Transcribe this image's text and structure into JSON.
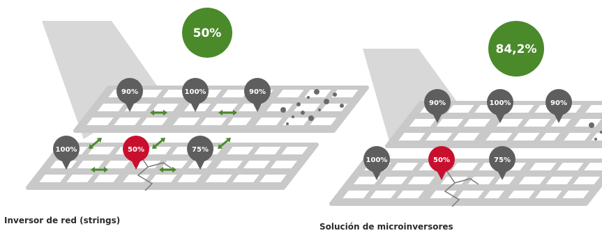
{
  "colors": {
    "panel": "#c9c9c9",
    "cell": "#ffffff",
    "marker_grey": "#5e5e5e",
    "marker_red": "#c8102e",
    "arrow_green": "#4a8a2a",
    "efficiency_green": "#4a8a2a",
    "shadow": "#b8b8b8",
    "dirt": "#6a6a6a",
    "text": "#2b2b2b"
  },
  "left_diagram": {
    "efficiency": "50%",
    "caption": "Inversor de red (strings)",
    "panel_labels": [
      "90%",
      "100%",
      "90%",
      "100%",
      "50%",
      "75%"
    ],
    "highlighted_panel": "50%",
    "connection_icon": "double-arrow-icon"
  },
  "right_diagram": {
    "efficiency": "84,2%",
    "caption": "Solución de microinversores",
    "panel_labels": [
      "90%",
      "100%",
      "90%",
      "100%",
      "50%",
      "75%"
    ],
    "highlighted_panel": "50%"
  }
}
